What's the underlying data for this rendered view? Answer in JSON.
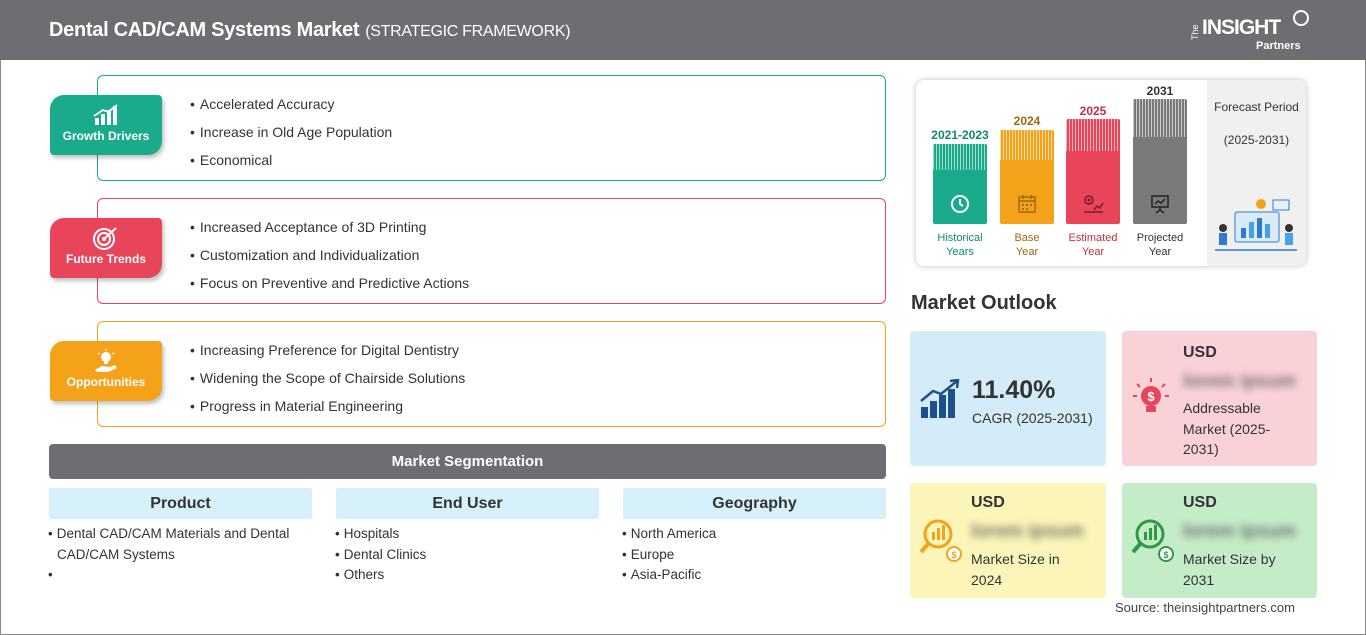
{
  "header": {
    "title": "Dental CAD/CAM Systems Market",
    "subtitle": "(STRATEGIC FRAMEWORK)",
    "logo_the": "The",
    "logo_main": "INSIGHT",
    "logo_sub": "Partners"
  },
  "framework": [
    {
      "tag": "Growth Drivers",
      "color": "#1aaa8c",
      "icon": "bar-chart-growth-icon",
      "items": [
        "Accelerated Accuracy",
        "Increase in Old Age Population",
        "Economical"
      ]
    },
    {
      "tag": "Future Trends",
      "color": "#e8445a",
      "icon": "target-icon",
      "items": [
        "Increased Acceptance of 3D Printing",
        "Customization and Individualization",
        "Focus on Preventive and Predictive Actions"
      ]
    },
    {
      "tag": "Opportunities",
      "color": "#f5a21b",
      "icon": "lightbulb-hand-icon",
      "items": [
        "Increasing Preference for Digital Dentistry",
        "Widening the Scope of Chairside Solutions",
        "Progress in Material Engineering"
      ]
    }
  ],
  "segmentation": {
    "title": "Market Segmentation",
    "columns": [
      {
        "head": "Product",
        "items": [
          "Dental CAD/CAM Materials and Dental CAD/CAM Systems",
          ""
        ]
      },
      {
        "head": "End User",
        "items": [
          "Hospitals",
          "Dental Clinics",
          "Others"
        ]
      },
      {
        "head": "Geography",
        "items": [
          "North America",
          "Europe",
          "Asia-Pacific"
        ]
      }
    ]
  },
  "timeline": {
    "bars": [
      {
        "year": "2021-2023",
        "caption1": "Historical",
        "caption2": "Years",
        "color": "#1aaa8c",
        "year_color": "#138a6f",
        "icon": "clock-history-icon"
      },
      {
        "year": "2024",
        "caption1": "Base",
        "caption2": "Year",
        "color": "#f5a21b",
        "year_color": "#9c6a10",
        "icon": "calendar-icon"
      },
      {
        "year": "2025",
        "caption1": "Estimated",
        "caption2": "Year",
        "color": "#e8445a",
        "year_color": "#c62f44",
        "icon": "gears-chart-icon"
      },
      {
        "year": "2031",
        "caption1": "Projected",
        "caption2": "Year",
        "color": "#7a7a7a",
        "year_color": "#333333",
        "icon": "presentation-board-icon"
      }
    ],
    "forecast_label": "Forecast Period",
    "forecast_range": "(2025-2031)"
  },
  "outlook": {
    "title": "Market Outlook",
    "cagr": {
      "value": "11.40%",
      "label": "CAGR (2025-2031)",
      "bg": "#d4ecf7"
    },
    "addressable": {
      "usd": "USD",
      "blur": "lorem ipsum",
      "label": "Addressable Market (2025-2031)",
      "bg": "#f9d2d8"
    },
    "size2024": {
      "usd": "USD",
      "blur": "lorem ipsum",
      "label": "Market Size in 2024",
      "bg": "#fcf5b9"
    },
    "size2031": {
      "usd": "USD",
      "blur": "lorem ipsum",
      "label": "Market Size by 2031",
      "bg": "#c5ecc8"
    }
  },
  "source": "Source: theinsightpartners.com"
}
